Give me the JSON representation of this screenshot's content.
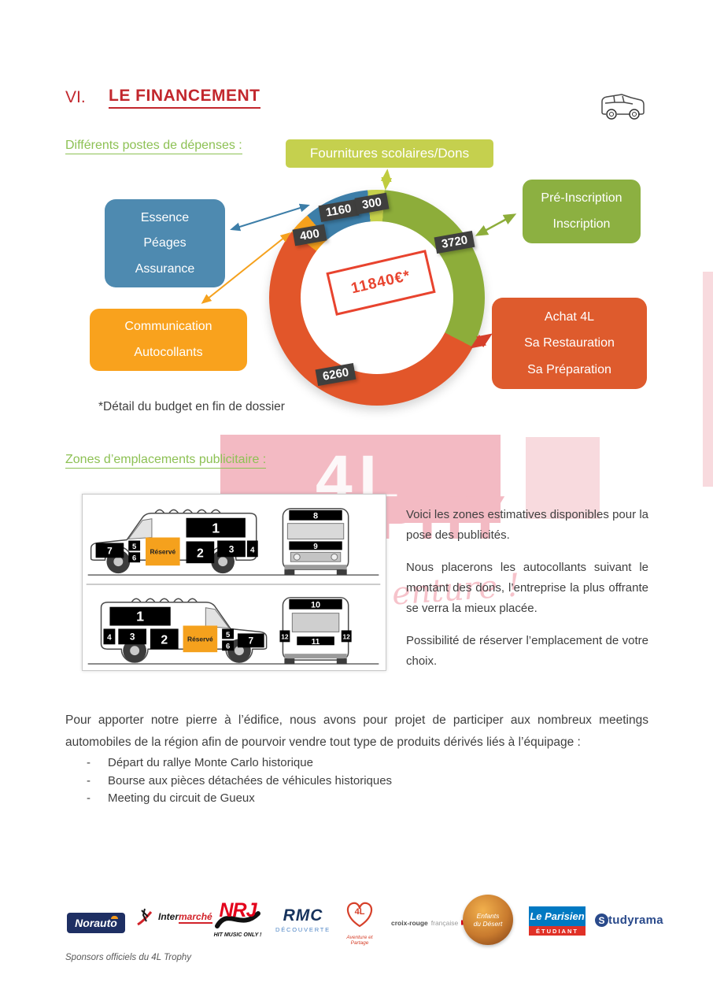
{
  "page": {
    "number_label": "VI.",
    "title": "LE FINANCEMENT",
    "footer": "Sponsors officiels du 4L Trophy"
  },
  "sections": {
    "expenses_heading": "Différents postes de dépenses :",
    "budget_note": "*Détail du budget en fin de dossier",
    "zones_heading": "Zones d’emplacements publicitaire :",
    "zones_paragraphs": [
      "Voici les zones estimatives disponibles pour la pose des publicités.",
      "Nous placerons les autocollants suivant le montant des dons, l’entreprise la plus offrante se verra la mieux placée.",
      "Possibilité de réserver l’emplacement de votre choix."
    ],
    "meetings_intro": "Pour apporter notre pierre à l’édifice, nous avons pour projet de participer aux nombreux meetings automobiles de la région afin de pourvoir vendre tout type de produits dérivés liés à l’équipage :",
    "bullet_marker": "-",
    "meetings_bullets": [
      "Départ du rallye Monte Carlo historique",
      "Bourse aux pièces détachées de véhicules historiques",
      "Meeting du circuit de Gueux"
    ]
  },
  "chart_data": {
    "type": "pie",
    "subtype": "donut",
    "title": "Différents postes de dépenses",
    "center_label": "11840€*",
    "total": 11840,
    "start_angle": -5,
    "legend_position": "around",
    "segments": [
      {
        "label": "Fournitures scolaires/Dons",
        "value": 300,
        "color": "#c6d14b"
      },
      {
        "label": "Pré-Inscription / Inscription",
        "value": 3720,
        "color": "#8dad3a"
      },
      {
        "label": "Achat 4L / Sa Restauration / Sa Préparation",
        "value": 6260,
        "color": "#e2562a"
      },
      {
        "label": "Communication / Autocollants",
        "value": 400,
        "color": "#f5a11d"
      },
      {
        "label": "Essence / Péages / Assurance",
        "value": 1160,
        "color": "#3d7ea8"
      }
    ]
  },
  "callouts": {
    "fournitures": {
      "label": "Fournitures scolaires/Dons",
      "color": "#c5d04e"
    },
    "essence": {
      "lines": [
        "Essence",
        "Péages",
        "Assurance"
      ],
      "color": "#4e8ab0"
    },
    "communication": {
      "lines": [
        "Communication",
        "Autocollants"
      ],
      "color": "#f9a21d"
    },
    "inscription": {
      "lines": [
        "Pré-Inscription",
        "Inscription"
      ],
      "color": "#8cb041"
    },
    "achat": {
      "lines": [
        "Achat 4L",
        "Sa Restauration",
        "Sa Préparation"
      ],
      "color": "#de5b2d"
    }
  },
  "vehicle": {
    "reserved_label": "Réservé",
    "zone_numbers": [
      "1",
      "2",
      "3",
      "4",
      "5",
      "6",
      "7",
      "8",
      "9",
      "10",
      "11",
      "12"
    ]
  },
  "watermark": {
    "big_letters": "4L",
    "letters": "PHY",
    "script": "enture !"
  },
  "sponsors": {
    "norauto": "Norauto",
    "intermarche_black": "Inter",
    "intermarche_red": "marché",
    "nrj": "NRJ",
    "nrj_tagline": "HIT MUSIC ONLY !",
    "rmc": "RMC",
    "rmc_sub": "DÉCOUVERTE",
    "heart_4l": "4L",
    "heart_script": "Aventure et Partage",
    "croix_bold": "croix-rouge",
    "croix_light": "française",
    "enfants_line1": "Enfants",
    "enfants_line2": "du Désert",
    "parisien": "Le Parisien",
    "parisien_sub": "ÉTUDIANT",
    "studyrama_s": "S",
    "studyrama_rest": "tudyrama"
  }
}
